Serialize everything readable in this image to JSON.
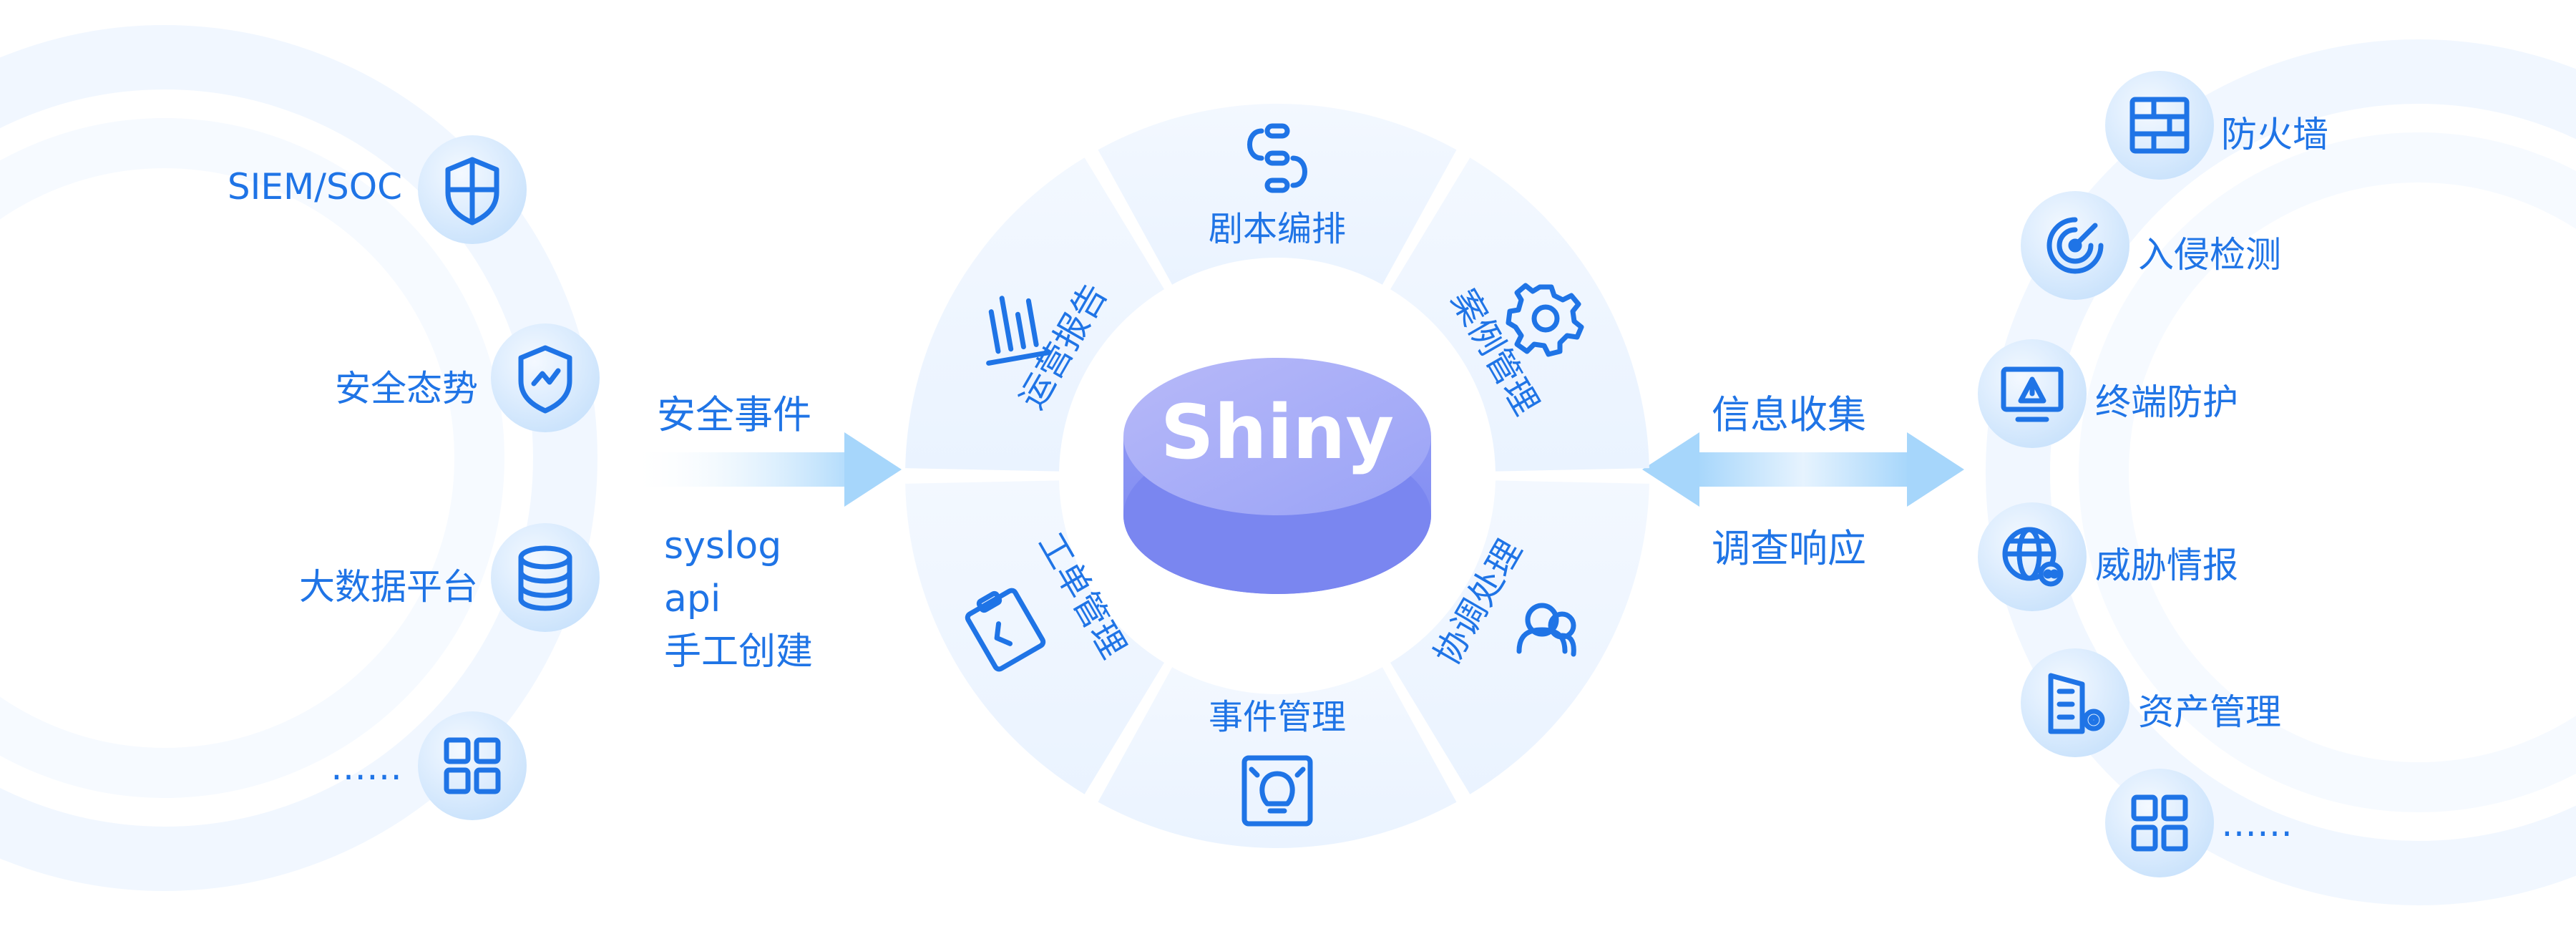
{
  "colors": {
    "accent": "#1f74e6",
    "node_fill": "#dcedff",
    "ring_fill": "#eef5ff",
    "cylinder_top": "#a9aef8",
    "cylinder_side": "#7f8cf2",
    "arrow": "#a9d8fb"
  },
  "left_sources": [
    {
      "label": "SIEM/SOC",
      "icon": "shield-grid-icon"
    },
    {
      "label": "安全态势",
      "icon": "shield-trend-icon"
    },
    {
      "label": "大数据平台",
      "icon": "database-icon"
    },
    {
      "label": "……",
      "icon": "apps-grid-icon"
    }
  ],
  "input_flow": {
    "title": "安全事件",
    "channels": [
      "syslog",
      "api",
      "手工创建"
    ]
  },
  "core": {
    "name": "Shiny",
    "modules": [
      {
        "label": "剧本编排",
        "icon": "workflow-icon"
      },
      {
        "label": "案例管理",
        "icon": "gear-icon"
      },
      {
        "label": "协调处理",
        "icon": "team-icon"
      },
      {
        "label": "事件管理",
        "icon": "lightbulb-icon"
      },
      {
        "label": "工单管理",
        "icon": "clipboard-code-icon"
      },
      {
        "label": "运营报告",
        "icon": "report-bars-icon"
      }
    ]
  },
  "output_flow": {
    "top_label": "信息收集",
    "bottom_label": "调查响应"
  },
  "right_targets": [
    {
      "label": "防火墙",
      "icon": "firewall-icon"
    },
    {
      "label": "入侵检测",
      "icon": "radar-icon"
    },
    {
      "label": "终端防护",
      "icon": "monitor-alert-icon"
    },
    {
      "label": "威胁情报",
      "icon": "globe-intel-icon"
    },
    {
      "label": "资产管理",
      "icon": "building-gear-icon"
    },
    {
      "label": "……",
      "icon": "apps-grid-icon"
    }
  ]
}
